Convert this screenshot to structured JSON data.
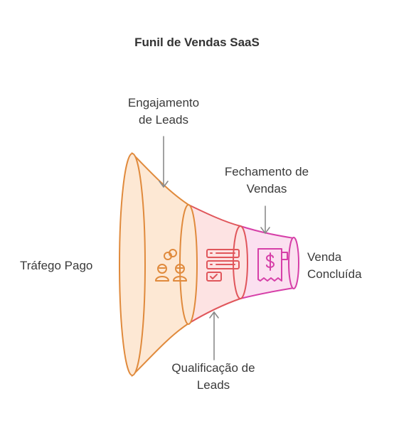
{
  "title": "Funil de Vendas SaaS",
  "labels": {
    "trafego": [
      "Tráfego Pago"
    ],
    "engajamento": [
      "Engajamento",
      "de Leads"
    ],
    "qualificacao": [
      "Qualificação de",
      "Leads"
    ],
    "fechamento": [
      "Fechamento de",
      "Vendas"
    ],
    "venda": [
      "Venda",
      "Concluída"
    ]
  },
  "colors": {
    "stage1_fill": "#fde8d4",
    "stage1_stroke": "#e08a3c",
    "stage2_fill": "#fde3e3",
    "stage2_stroke": "#e0565b",
    "stage3_fill": "#fbe0f0",
    "stage3_stroke": "#d63fa8",
    "arrow": "#8a8a8a"
  },
  "icons": [
    "users-link-icon",
    "checklist-icon",
    "receipt-dollar-icon"
  ]
}
